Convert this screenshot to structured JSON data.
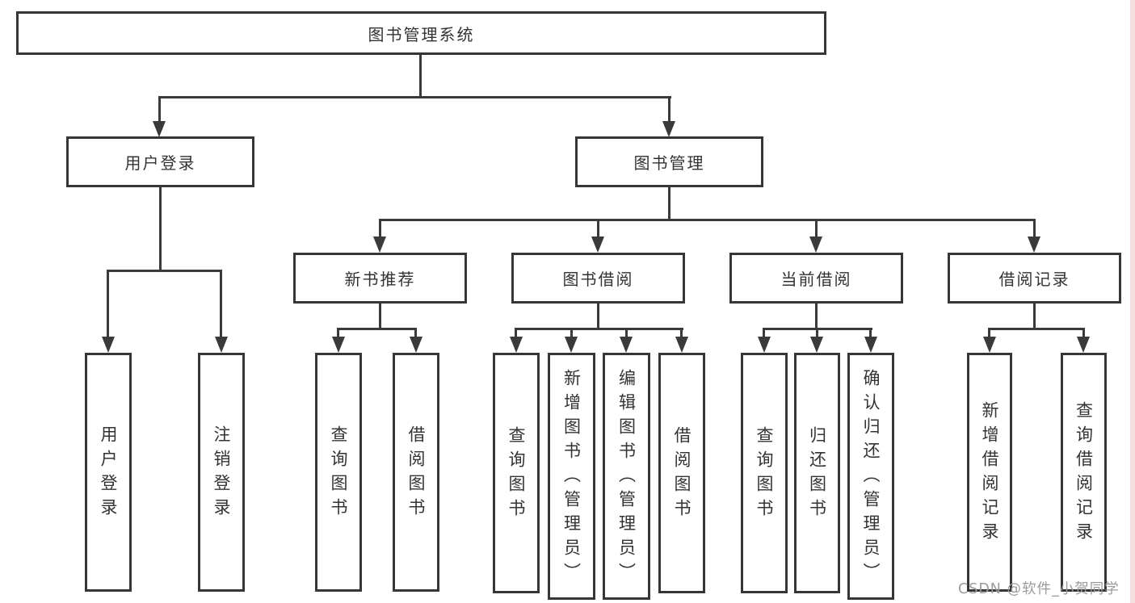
{
  "root": {
    "label": "图书管理系统"
  },
  "branches": {
    "user": {
      "label": "用户登录",
      "children": [
        {
          "label": "用户登录"
        },
        {
          "label": "注销登录"
        }
      ]
    },
    "mgmt": {
      "label": "图书管理"
    }
  },
  "sections": [
    {
      "label": "新书推荐",
      "children": [
        {
          "label": "查询图书"
        },
        {
          "label": "借阅图书"
        }
      ]
    },
    {
      "label": "图书借阅",
      "children": [
        {
          "label": "查询图书"
        },
        {
          "label": "新增图书（管理员）"
        },
        {
          "label": "编辑图书（管理员）"
        },
        {
          "label": "借阅图书"
        }
      ]
    },
    {
      "label": "当前借阅",
      "children": [
        {
          "label": "查询图书"
        },
        {
          "label": "归还图书"
        },
        {
          "label": "确认归还（管理员）"
        }
      ]
    },
    {
      "label": "借阅记录",
      "children": [
        {
          "label": "新增借阅记录"
        },
        {
          "label": "查询借阅记录"
        }
      ]
    }
  ],
  "watermark": {
    "text": "CSDN @软件_小贺同学"
  },
  "colors": {
    "line": "#3a3a3a",
    "border": "#363636",
    "text": "#333333",
    "watermark": "#9b9b9b",
    "right_edge_strip": "#f5dede",
    "background": "#ffffff"
  }
}
